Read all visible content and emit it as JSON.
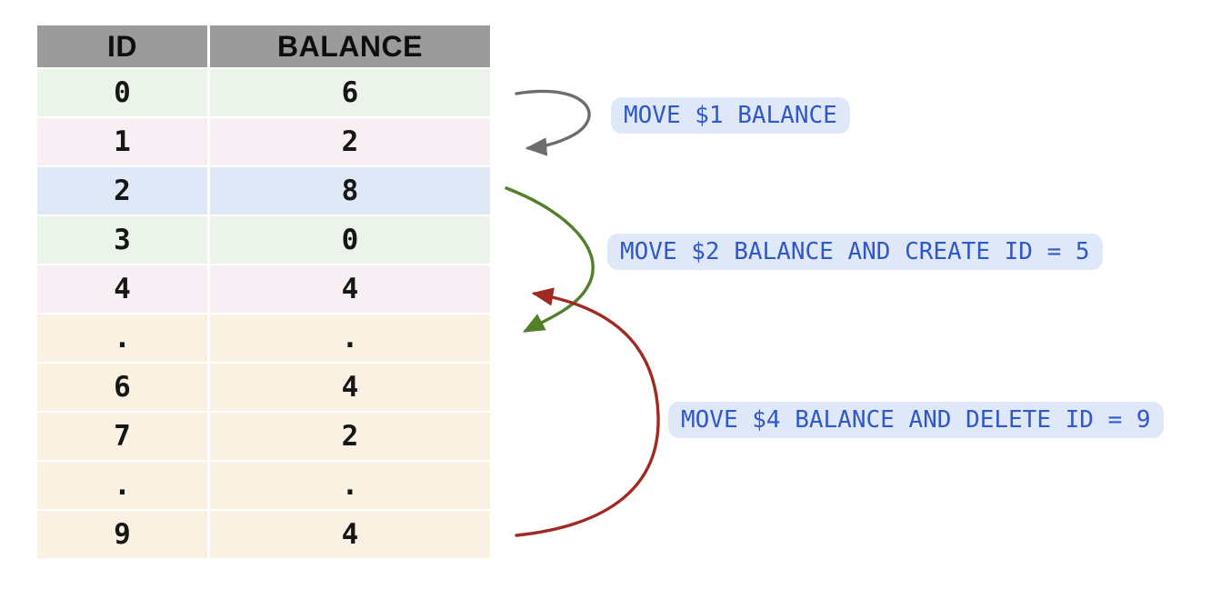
{
  "table": {
    "headers": [
      "ID",
      "BALANCE"
    ],
    "rows": [
      {
        "id": "0",
        "balance": "6",
        "tint": "green"
      },
      {
        "id": "1",
        "balance": "2",
        "tint": "pink"
      },
      {
        "id": "2",
        "balance": "8",
        "tint": "blue"
      },
      {
        "id": "3",
        "balance": "0",
        "tint": "green"
      },
      {
        "id": "4",
        "balance": "4",
        "tint": "pink"
      },
      {
        "id": ".",
        "balance": ".",
        "tint": "cream"
      },
      {
        "id": "6",
        "balance": "4",
        "tint": "cream"
      },
      {
        "id": "7",
        "balance": "2",
        "tint": "cream"
      },
      {
        "id": ".",
        "balance": ".",
        "tint": "cream"
      },
      {
        "id": "9",
        "balance": "4",
        "tint": "cream"
      }
    ]
  },
  "annotations": [
    {
      "label": "MOVE $1 BALANCE",
      "arrow_color": "#6d6d6d"
    },
    {
      "label": "MOVE $2 BALANCE AND CREATE ID = 5",
      "arrow_color": "#527f29"
    },
    {
      "label": "MOVE $4 BALANCE AND DELETE ID = 9",
      "arrow_color": "#9e2a22"
    }
  ],
  "colors": {
    "header_bg": "#9b9b9b",
    "row_green": "#ecf3eb",
    "row_pink": "#f7eff3",
    "row_blue": "#dfe8f7",
    "row_cream": "#fbf1e2",
    "badge_bg": "#dfe8f8",
    "badge_text": "#3158c8",
    "arrow_gray": "#6d6d6d",
    "arrow_green": "#527f29",
    "arrow_red": "#9e2a22"
  }
}
